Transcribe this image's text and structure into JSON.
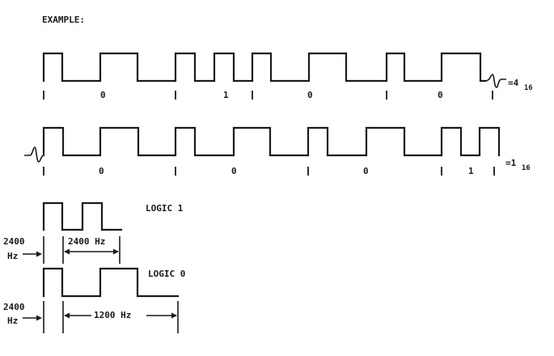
{
  "title": "EXAMPLE:",
  "row1": {
    "bits": [
      "0",
      "1",
      "0",
      "0"
    ],
    "result_prefix": "=4",
    "result_sub": "16"
  },
  "row2": {
    "bits": [
      "0",
      "0",
      "0",
      "1"
    ],
    "result_prefix": "=1",
    "result_sub": "16"
  },
  "logic1": {
    "label": "LOGIC 1",
    "left_freq_line1": "2400",
    "left_freq_line2": "Hz",
    "right_freq": "2400 Hz"
  },
  "logic0": {
    "label": "LOGIC 0",
    "left_freq_line1": "2400",
    "left_freq_line2": "Hz",
    "right_freq": "1200 Hz"
  },
  "colors": {
    "ink": "#1a1a1a",
    "background": "#ffffff"
  }
}
